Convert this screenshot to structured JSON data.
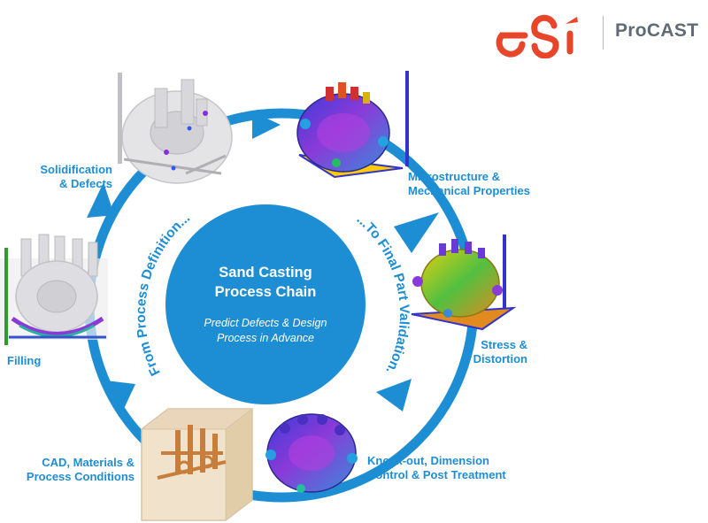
{
  "brand": {
    "logo": "esi",
    "product": "ProCAST"
  },
  "center": {
    "title_line1": "Sand Casting",
    "title_line2": "Process Chain",
    "subtitle_line1": "Predict Defects & Design",
    "subtitle_line2": "Process in Advance"
  },
  "arc_text": {
    "left": "From Process Definition...",
    "right": "...To Final Part Validation."
  },
  "steps": [
    {
      "line1": "Solidification",
      "line2": "& Defects"
    },
    {
      "line1": "Microstructure &",
      "line2": "Mechanical Properties"
    },
    {
      "line1": "Stress &",
      "line2": "Distortion"
    },
    {
      "line1": "Knock-out, Dimension",
      "line2": "Control & Post Treatment"
    },
    {
      "line1": "CAD, Materials &",
      "line2": "Process Conditions"
    },
    {
      "line1": "Filling",
      "line2": ""
    }
  ],
  "colors": {
    "accent": "#1d8ed4",
    "logo_red": "#e8462a",
    "text_gray": "#5f6b75"
  }
}
